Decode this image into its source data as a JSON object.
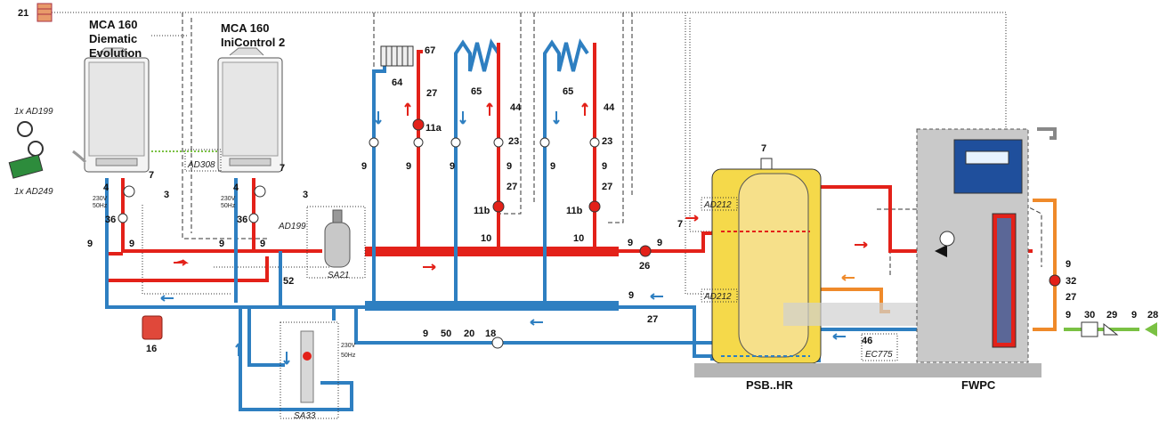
{
  "boilers": {
    "left_title": [
      "MCA 160",
      "Diematic",
      "Evolution"
    ],
    "right_title": [
      "MCA 160",
      "IniControl 2"
    ]
  },
  "accessories": {
    "ad199_qty": "1x AD199",
    "ad249_qty": "1x AD249",
    "ad308": "AD308",
    "ad199_tag": "AD199",
    "sa21": "SA21",
    "sa33": "SA33",
    "ad212_top": "AD212",
    "ad212_bottom": "AD212",
    "ec775": "EC775"
  },
  "power": {
    "left_a": "230V",
    "left_b": "50Hz",
    "right_a": "230V",
    "right_b": "50Hz",
    "sa33_a": "230V",
    "sa33_b": "50Hz"
  },
  "tanks": {
    "storage": "PSB..HR",
    "station": "FWPC"
  },
  "numbers": {
    "n21": "21",
    "n16": "16",
    "n52": "52",
    "n9": "9",
    "n36": "36",
    "n4": "4",
    "n7": "7",
    "n3": "3",
    "n64": "64",
    "n67": "67",
    "n27": "27",
    "n11a": "11a",
    "n65": "65",
    "n44": "44",
    "n23": "23",
    "n11b": "11b",
    "n10": "10",
    "n26": "26",
    "n50": "50",
    "n20": "20",
    "n18": "18",
    "n46": "46",
    "n32": "32",
    "n30": "30",
    "n29": "29",
    "n28": "28"
  },
  "colors": {
    "supply": "#e32119",
    "return": "#2e7fc1",
    "dhw": "#ef8a2a",
    "cold_water": "#7ac143",
    "tank_yellow": "#f5d94a",
    "station_grey": "#bdbdbd"
  }
}
